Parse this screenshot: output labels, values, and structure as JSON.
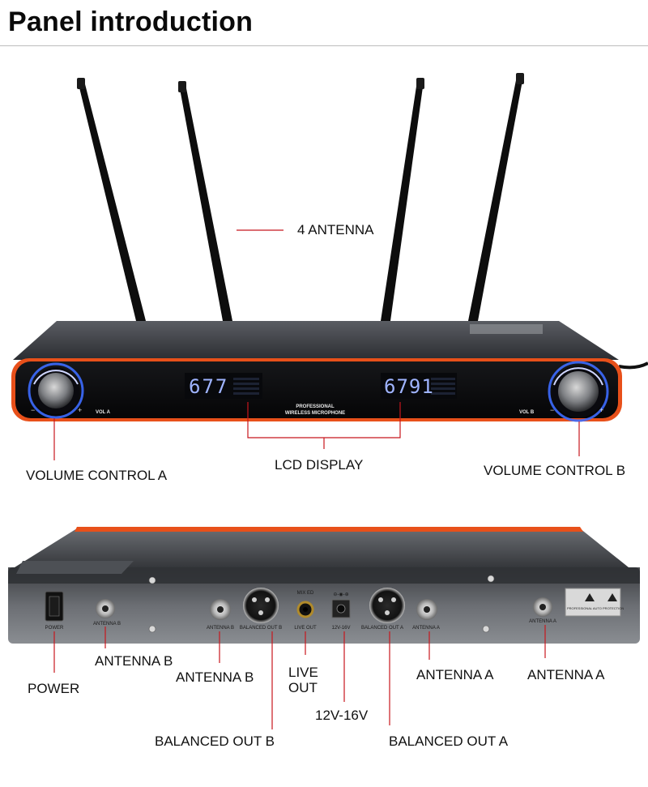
{
  "title": "Panel introduction",
  "front_panel": {
    "display_a_digits": "677",
    "display_b_digits": "6791",
    "brand_line_1": "PROFESSIONAL",
    "brand_line_2": "WIRELESS MICROPHONE",
    "knob_a_label": "VOL A",
    "knob_b_label": "VOL B",
    "knob_minus": "−",
    "knob_plus": "+",
    "accent_color": "#e8501a",
    "display_color": "#9fb4ff"
  },
  "back_panel": {
    "power_label": "POWER",
    "antenna_b_label": "ANTENNA B",
    "balanced_out_b_label": "BALANCED OUT B",
    "mixed_label": "MIX ED",
    "live_out_label": "LIVE OUT",
    "dc_label": "12V-16V",
    "balanced_out_a_label": "BALANCED OUT A",
    "antenna_a_label": "ANTENNA A",
    "warning_label": "PROFESSIONAL AUTO PROTECTION"
  },
  "callouts": {
    "antenna": "4 ANTENNA",
    "volume_a": "VOLUME CONTROL A",
    "lcd": "LCD DISPLAY",
    "volume_b": "VOLUME CONTROL B",
    "antenna_b_1": "ANTENNA B",
    "antenna_b_2": "ANTENNA B",
    "power": "POWER",
    "live_out": "LIVE\nOUT",
    "antenna_a_1": "ANTENNA A",
    "antenna_a_2": "ANTENNA A",
    "dc": "12V-16V",
    "balanced_out_b": "BALANCED OUT B",
    "balanced_out_a": "BALANCED OUT A",
    "line_color": "#c8161d"
  }
}
